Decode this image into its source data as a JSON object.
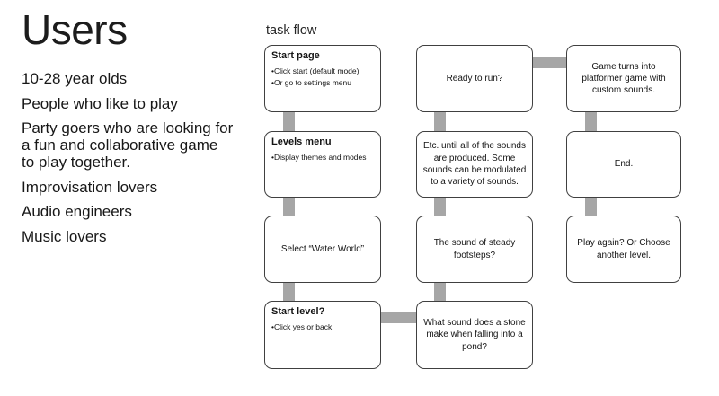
{
  "left_panel": {
    "title": "Users",
    "items": [
      "10-28 year olds",
      "People who like to play",
      "Party goers who are looking for\na fun and collaborative game\nto play together.",
      "Improvisation lovers",
      "Audio engineers",
      "Music lovers"
    ]
  },
  "flow": {
    "label": "task flow",
    "boxes": {
      "start_page": {
        "title": "Start page",
        "bullets": [
          "•Click start (default mode)",
          "•Or go to settings menu"
        ]
      },
      "levels_menu": {
        "title": "Levels menu",
        "bullets": [
          "•Display themes and modes"
        ]
      },
      "select_water_world": {
        "text": "Select “Water World”"
      },
      "start_level": {
        "title": "Start level?",
        "bullets": [
          "•Click yes or back"
        ]
      },
      "ready_to_run": {
        "text": "Ready to run?"
      },
      "etc_sounds": {
        "text": "Etc. until all of the sounds\nare produced. Some\nsounds can be modulated\nto a variety of sounds."
      },
      "steady_footsteps": {
        "text": "The sound of steady\nfootsteps?"
      },
      "stone_pond": {
        "text": "What sound does a stone\nmake when falling into a\npond?"
      },
      "platformer": {
        "text": "Game turns into\nplatformer game with\ncustom sounds."
      },
      "end": {
        "text": "End."
      },
      "play_again": {
        "text": "Play again? Or Choose\nanother level."
      }
    }
  },
  "colors": {
    "background": "#ffffff",
    "connector": "#a6a6a6",
    "box_border": "#404040",
    "text": "#1a1a1a"
  }
}
